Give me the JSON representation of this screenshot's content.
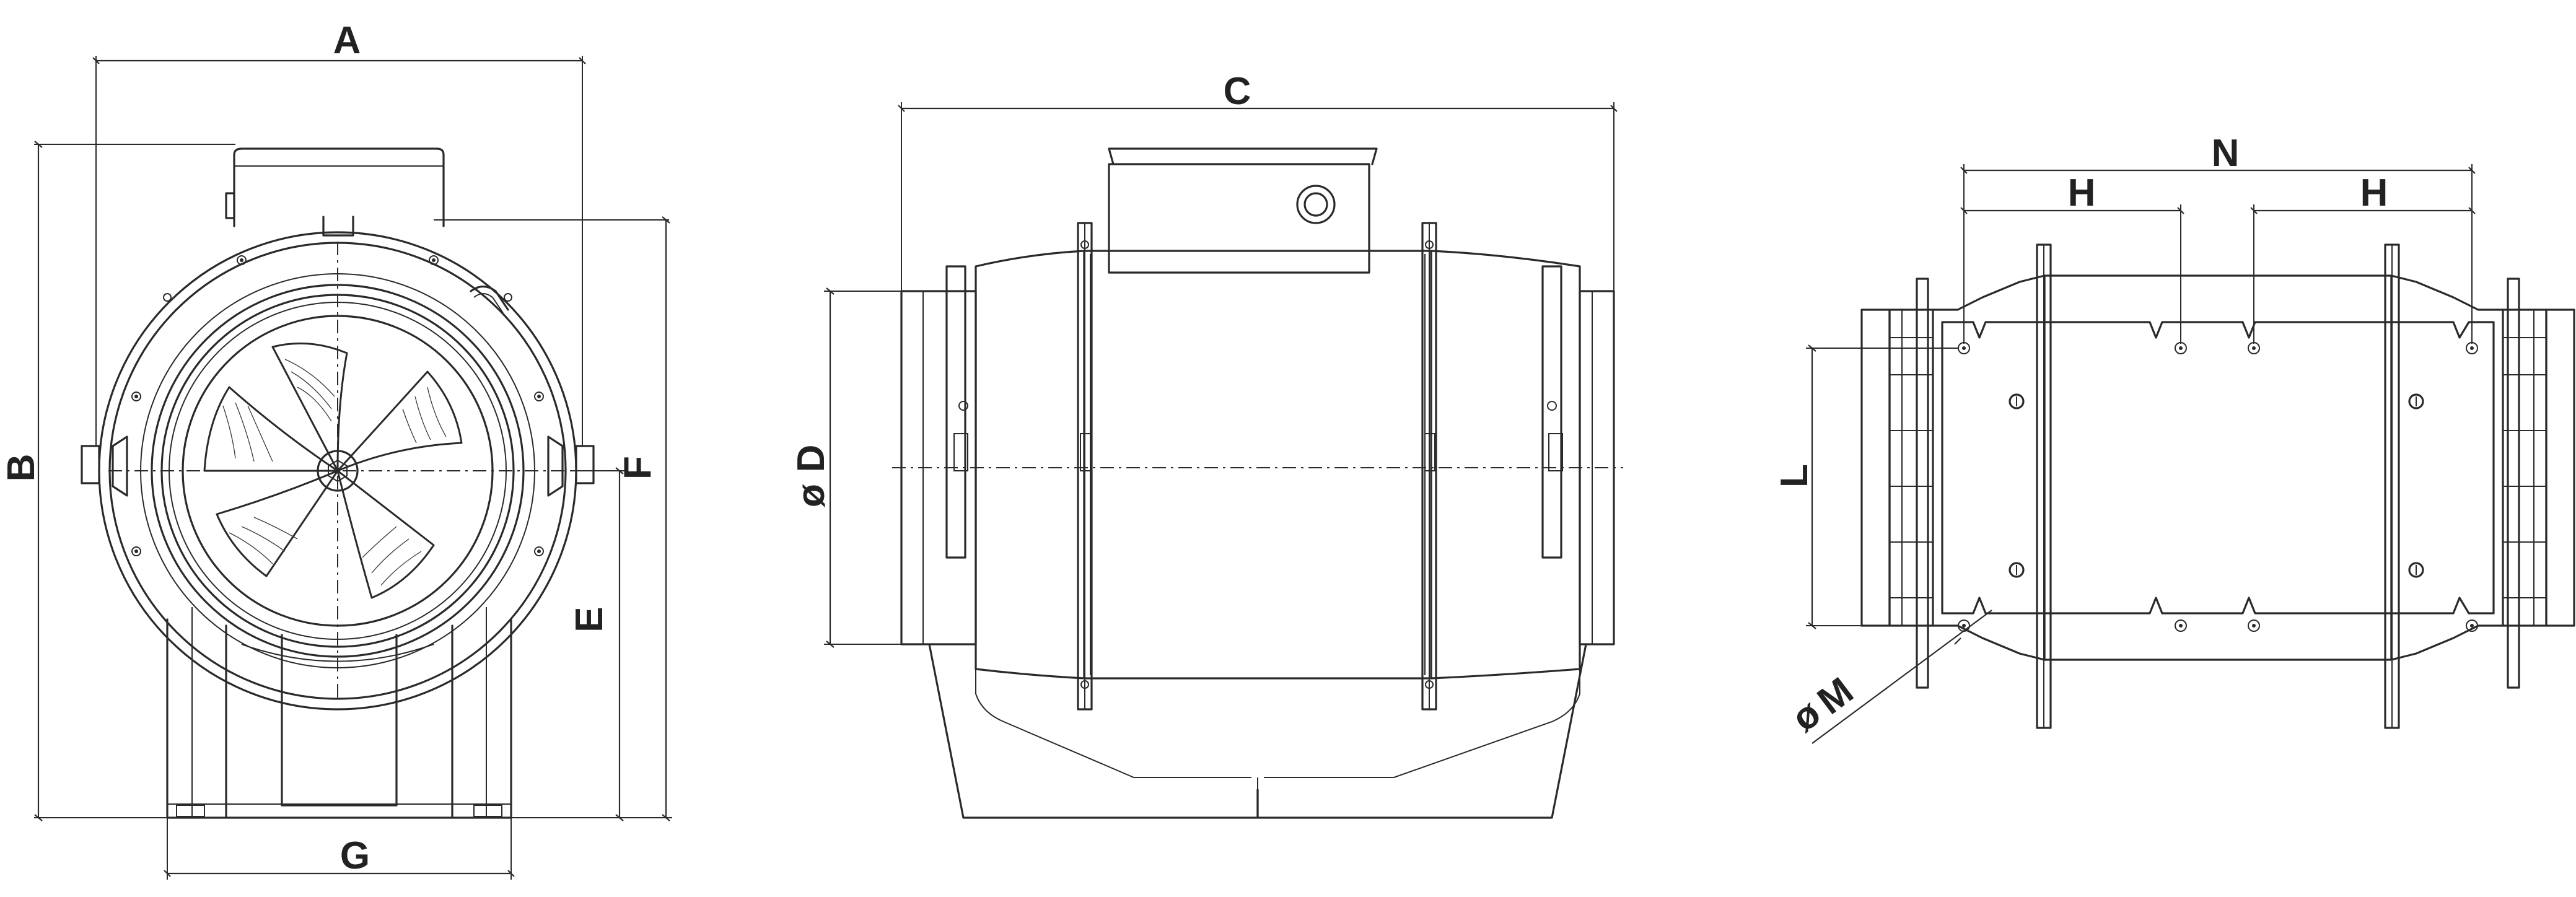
{
  "dimension_labels": {
    "A": "A",
    "B": "B",
    "C": "C",
    "D": "D",
    "diameter_symbol": "ø",
    "E": "E",
    "F": "F",
    "G": "G",
    "H_left": "H",
    "H_right": "H",
    "L": "L",
    "M": "M",
    "N": "N"
  },
  "colors": {
    "line": "#2a2a2a",
    "text": "#222222",
    "background": "#ffffff"
  }
}
